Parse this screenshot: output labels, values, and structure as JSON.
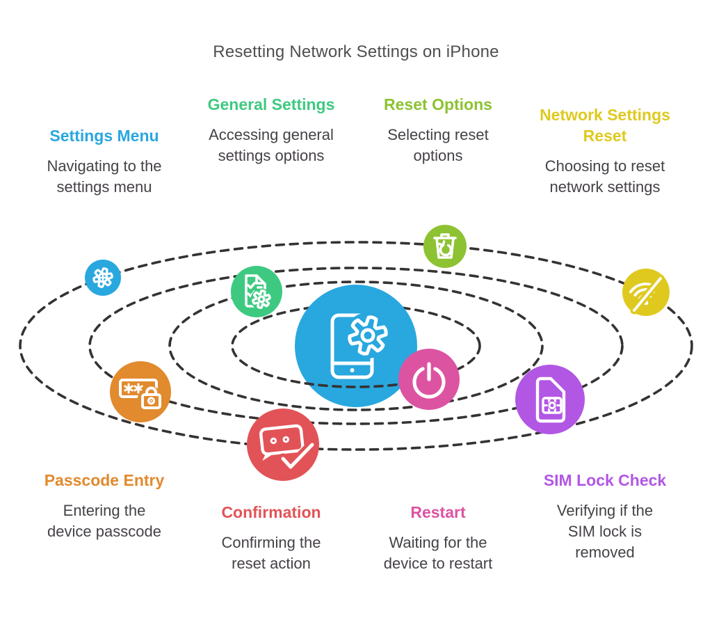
{
  "title": "Resetting Network Settings on iPhone",
  "orbit_color": "#363232",
  "text_color": "#454147",
  "center": {
    "icon": "phone-gear-icon",
    "color": "#29A7DF"
  },
  "steps": [
    {
      "id": "settings-menu",
      "label": "Settings Menu",
      "description": "Navigating to the settings menu",
      "color": "#29A7DF",
      "icon": "gear-globe-icon"
    },
    {
      "id": "general-settings",
      "label": "General Settings",
      "description": "Accessing general settings options",
      "color": "#3EC981",
      "icon": "doc-check-gear-icon"
    },
    {
      "id": "reset-options",
      "label": "Reset Options",
      "description": "Selecting reset options",
      "color": "#8DC232",
      "icon": "trash-restore-icon"
    },
    {
      "id": "network-settings-reset",
      "label": "Network Settings Reset",
      "description": "Choosing to reset network settings",
      "color": "#DFC91F",
      "icon": "wifi-off-icon"
    },
    {
      "id": "passcode-entry",
      "label": "Passcode Entry",
      "description": "Entering the device passcode",
      "color": "#E18A2E",
      "icon": "passcode-lock-icon"
    },
    {
      "id": "confirmation",
      "label": "Confirmation",
      "description": "Confirming the reset action",
      "color": "#E25357",
      "icon": "message-check-icon"
    },
    {
      "id": "restart",
      "label": "Restart",
      "description": "Waiting for the device to restart",
      "color": "#DC53A1",
      "icon": "power-icon"
    },
    {
      "id": "sim-lock-check",
      "label": "SIM Lock Check",
      "description": "Verifying if the SIM lock is removed",
      "color": "#B257E4",
      "icon": "sim-card-icon"
    }
  ]
}
